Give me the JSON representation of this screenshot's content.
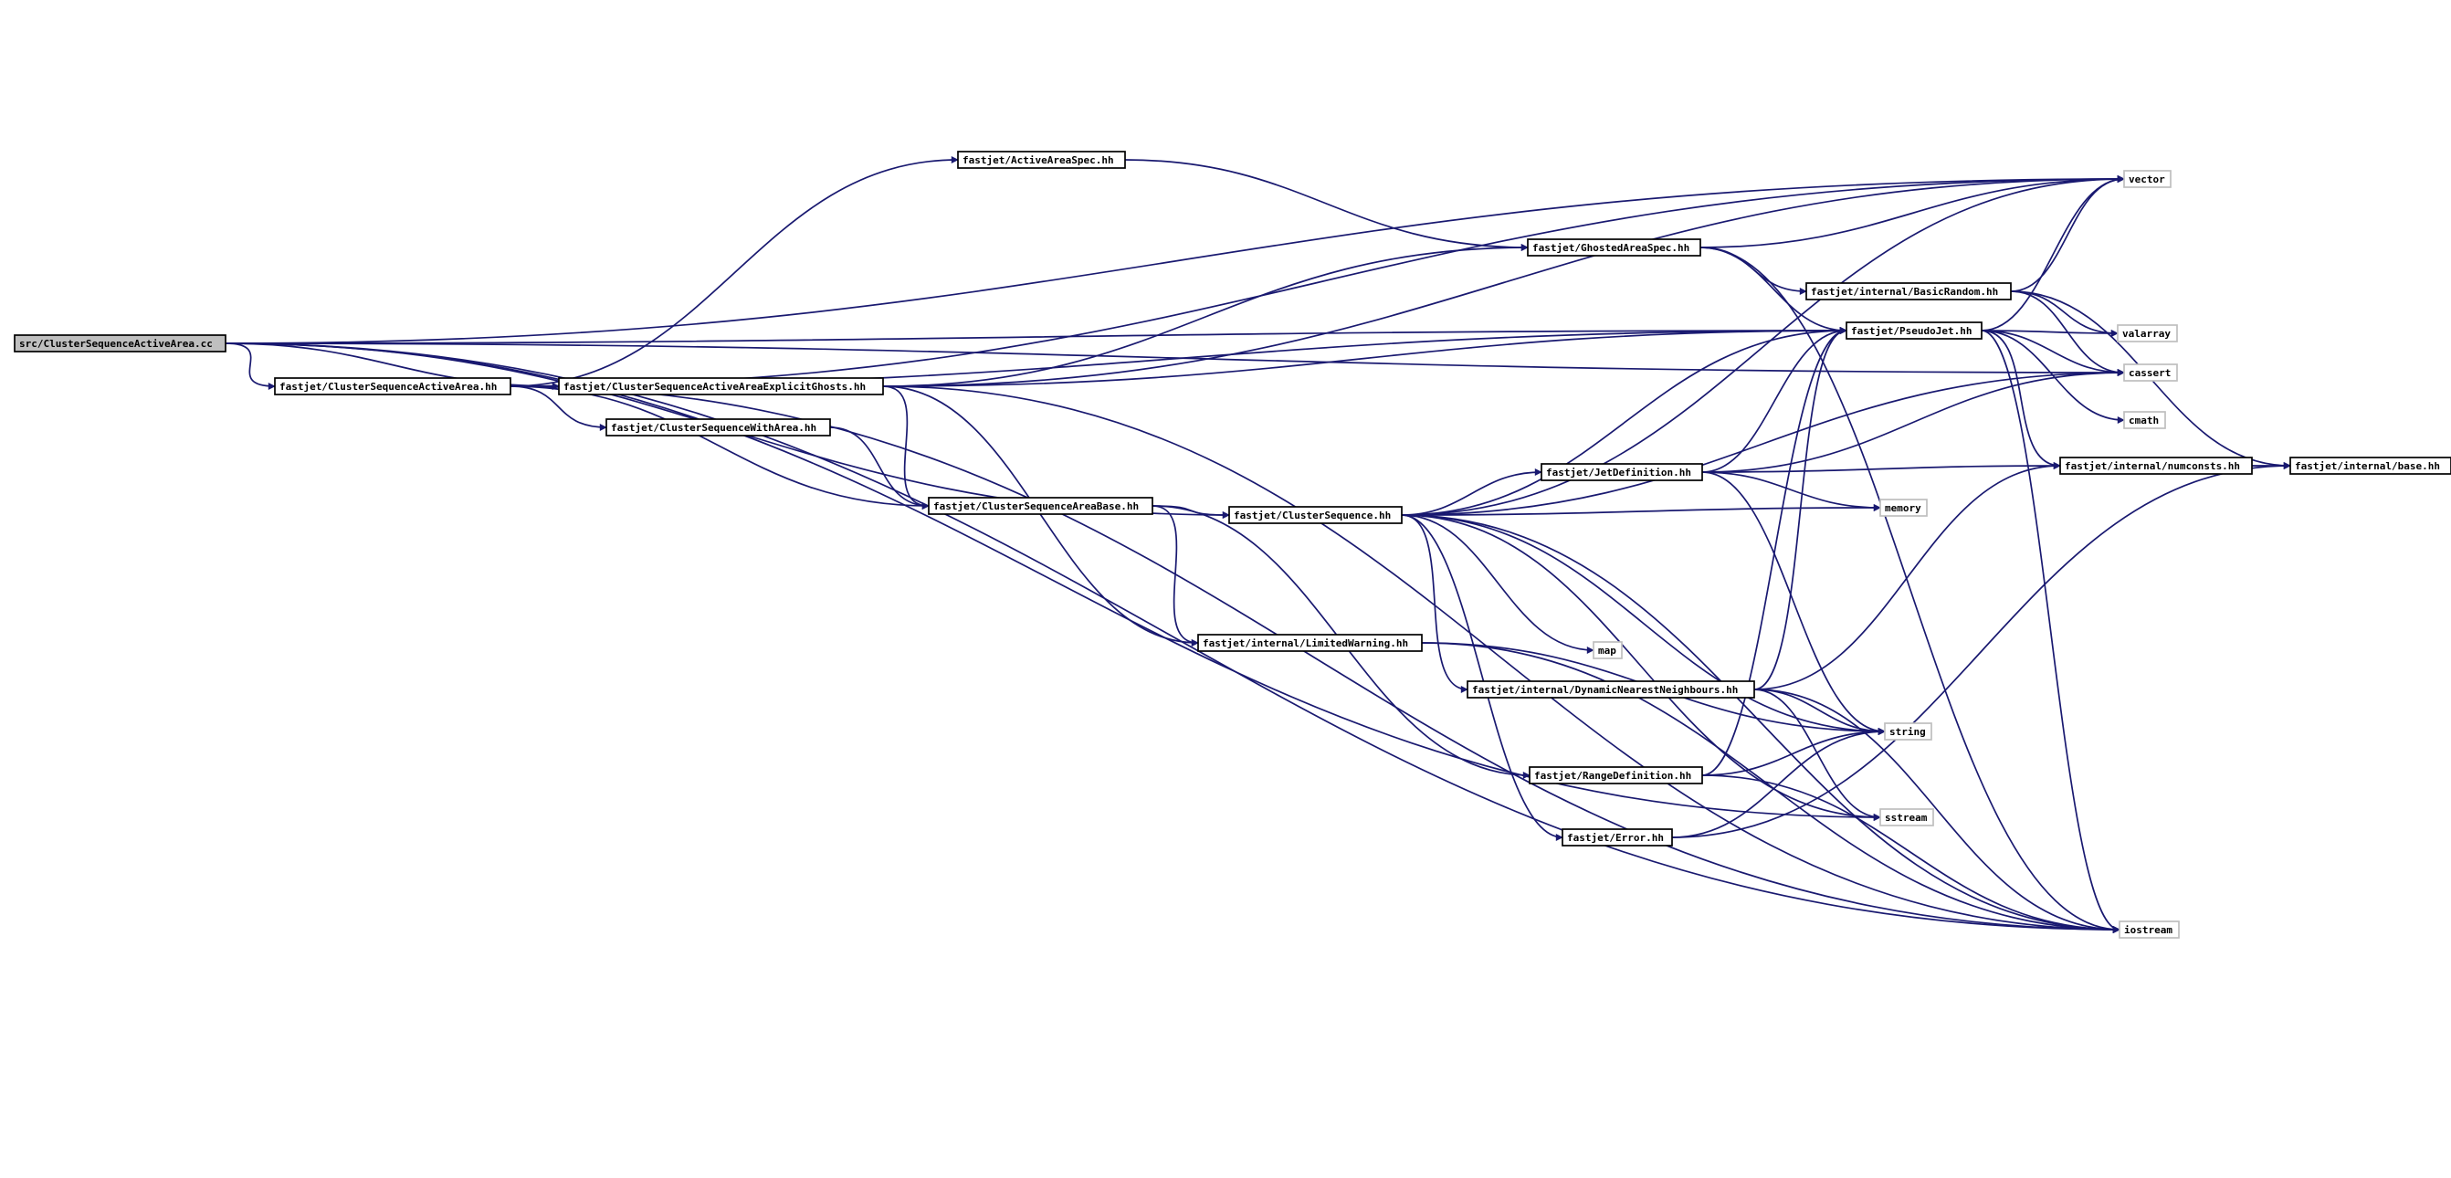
{
  "graph": {
    "nodes": [
      {
        "id": "root",
        "label": "src/ClusterSequenceActiveArea.cc",
        "kind": "root"
      },
      {
        "id": "csaa",
        "label": "fastjet/ClusterSequenceActiveArea.hh",
        "kind": "header"
      },
      {
        "id": "csaaeg",
        "label": "fastjet/ClusterSequenceActiveAreaExplicitGhosts.hh",
        "kind": "header"
      },
      {
        "id": "aas",
        "label": "fastjet/ActiveAreaSpec.hh",
        "kind": "header"
      },
      {
        "id": "cswa",
        "label": "fastjet/ClusterSequenceWithArea.hh",
        "kind": "header"
      },
      {
        "id": "csab",
        "label": "fastjet/ClusterSequenceAreaBase.hh",
        "kind": "header"
      },
      {
        "id": "cs",
        "label": "fastjet/ClusterSequence.hh",
        "kind": "header"
      },
      {
        "id": "lw",
        "label": "fastjet/internal/LimitedWarning.hh",
        "kind": "header"
      },
      {
        "id": "gas",
        "label": "fastjet/GhostedAreaSpec.hh",
        "kind": "header"
      },
      {
        "id": "br",
        "label": "fastjet/internal/BasicRandom.hh",
        "kind": "header"
      },
      {
        "id": "pj",
        "label": "fastjet/PseudoJet.hh",
        "kind": "header"
      },
      {
        "id": "jd",
        "label": "fastjet/JetDefinition.hh",
        "kind": "header"
      },
      {
        "id": "dnn",
        "label": "fastjet/internal/DynamicNearestNeighbours.hh",
        "kind": "header"
      },
      {
        "id": "rd",
        "label": "fastjet/RangeDefinition.hh",
        "kind": "header"
      },
      {
        "id": "err",
        "label": "fastjet/Error.hh",
        "kind": "header"
      },
      {
        "id": "nc",
        "label": "fastjet/internal/numconsts.hh",
        "kind": "header"
      },
      {
        "id": "base",
        "label": "fastjet/internal/base.hh",
        "kind": "header"
      },
      {
        "id": "vector",
        "label": "vector",
        "kind": "system"
      },
      {
        "id": "valarray",
        "label": "valarray",
        "kind": "system"
      },
      {
        "id": "cassert",
        "label": "cassert",
        "kind": "system"
      },
      {
        "id": "cmath",
        "label": "cmath",
        "kind": "system"
      },
      {
        "id": "memory",
        "label": "memory",
        "kind": "system"
      },
      {
        "id": "map",
        "label": "map",
        "kind": "system"
      },
      {
        "id": "string",
        "label": "string",
        "kind": "system"
      },
      {
        "id": "sstream",
        "label": "sstream",
        "kind": "system"
      },
      {
        "id": "iostream",
        "label": "iostream",
        "kind": "system"
      }
    ],
    "edges": [
      [
        "root",
        "vector"
      ],
      [
        "root",
        "csaa"
      ],
      [
        "root",
        "csaaeg"
      ],
      [
        "root",
        "pj"
      ],
      [
        "root",
        "cs"
      ],
      [
        "root",
        "iostream"
      ],
      [
        "root",
        "sstream"
      ],
      [
        "root",
        "cassert"
      ],
      [
        "csaa",
        "csaaeg"
      ],
      [
        "csaa",
        "aas"
      ],
      [
        "csaa",
        "cswa"
      ],
      [
        "csaa",
        "csab"
      ],
      [
        "csaa",
        "vector"
      ],
      [
        "csaa",
        "pj"
      ],
      [
        "csaa",
        "iostream"
      ],
      [
        "csaaeg",
        "gas"
      ],
      [
        "csaaeg",
        "pj"
      ],
      [
        "csaaeg",
        "csab"
      ],
      [
        "csaaeg",
        "lw"
      ],
      [
        "csaaeg",
        "vector"
      ],
      [
        "csaaeg",
        "iostream"
      ],
      [
        "aas",
        "gas"
      ],
      [
        "cswa",
        "csab"
      ],
      [
        "csab",
        "cs"
      ],
      [
        "csab",
        "lw"
      ],
      [
        "csab",
        "rd"
      ],
      [
        "cs",
        "pj"
      ],
      [
        "cs",
        "jd"
      ],
      [
        "cs",
        "memory"
      ],
      [
        "cs",
        "map"
      ],
      [
        "cs",
        "dnn"
      ],
      [
        "cs",
        "string"
      ],
      [
        "cs",
        "err"
      ],
      [
        "cs",
        "vector"
      ],
      [
        "cs",
        "cassert"
      ],
      [
        "cs",
        "iostream"
      ],
      [
        "cs",
        "sstream"
      ],
      [
        "lw",
        "string"
      ],
      [
        "lw",
        "iostream"
      ],
      [
        "gas",
        "br"
      ],
      [
        "gas",
        "pj"
      ],
      [
        "gas",
        "vector"
      ],
      [
        "gas",
        "iostream"
      ],
      [
        "br",
        "base"
      ],
      [
        "br",
        "cassert"
      ],
      [
        "br",
        "vector"
      ],
      [
        "br",
        "valarray"
      ],
      [
        "pj",
        "valarray"
      ],
      [
        "pj",
        "cassert"
      ],
      [
        "pj",
        "cmath"
      ],
      [
        "pj",
        "vector"
      ],
      [
        "pj",
        "nc"
      ],
      [
        "pj",
        "iostream"
      ],
      [
        "jd",
        "pj"
      ],
      [
        "jd",
        "string"
      ],
      [
        "jd",
        "memory"
      ],
      [
        "jd",
        "nc"
      ],
      [
        "jd",
        "cassert"
      ],
      [
        "dnn",
        "pj"
      ],
      [
        "dnn",
        "string"
      ],
      [
        "dnn",
        "nc"
      ],
      [
        "dnn",
        "iostream"
      ],
      [
        "dnn",
        "sstream"
      ],
      [
        "rd",
        "pj"
      ],
      [
        "rd",
        "string"
      ],
      [
        "rd",
        "iostream"
      ],
      [
        "err",
        "string"
      ],
      [
        "err",
        "base"
      ],
      [
        "nc",
        "base"
      ]
    ]
  }
}
